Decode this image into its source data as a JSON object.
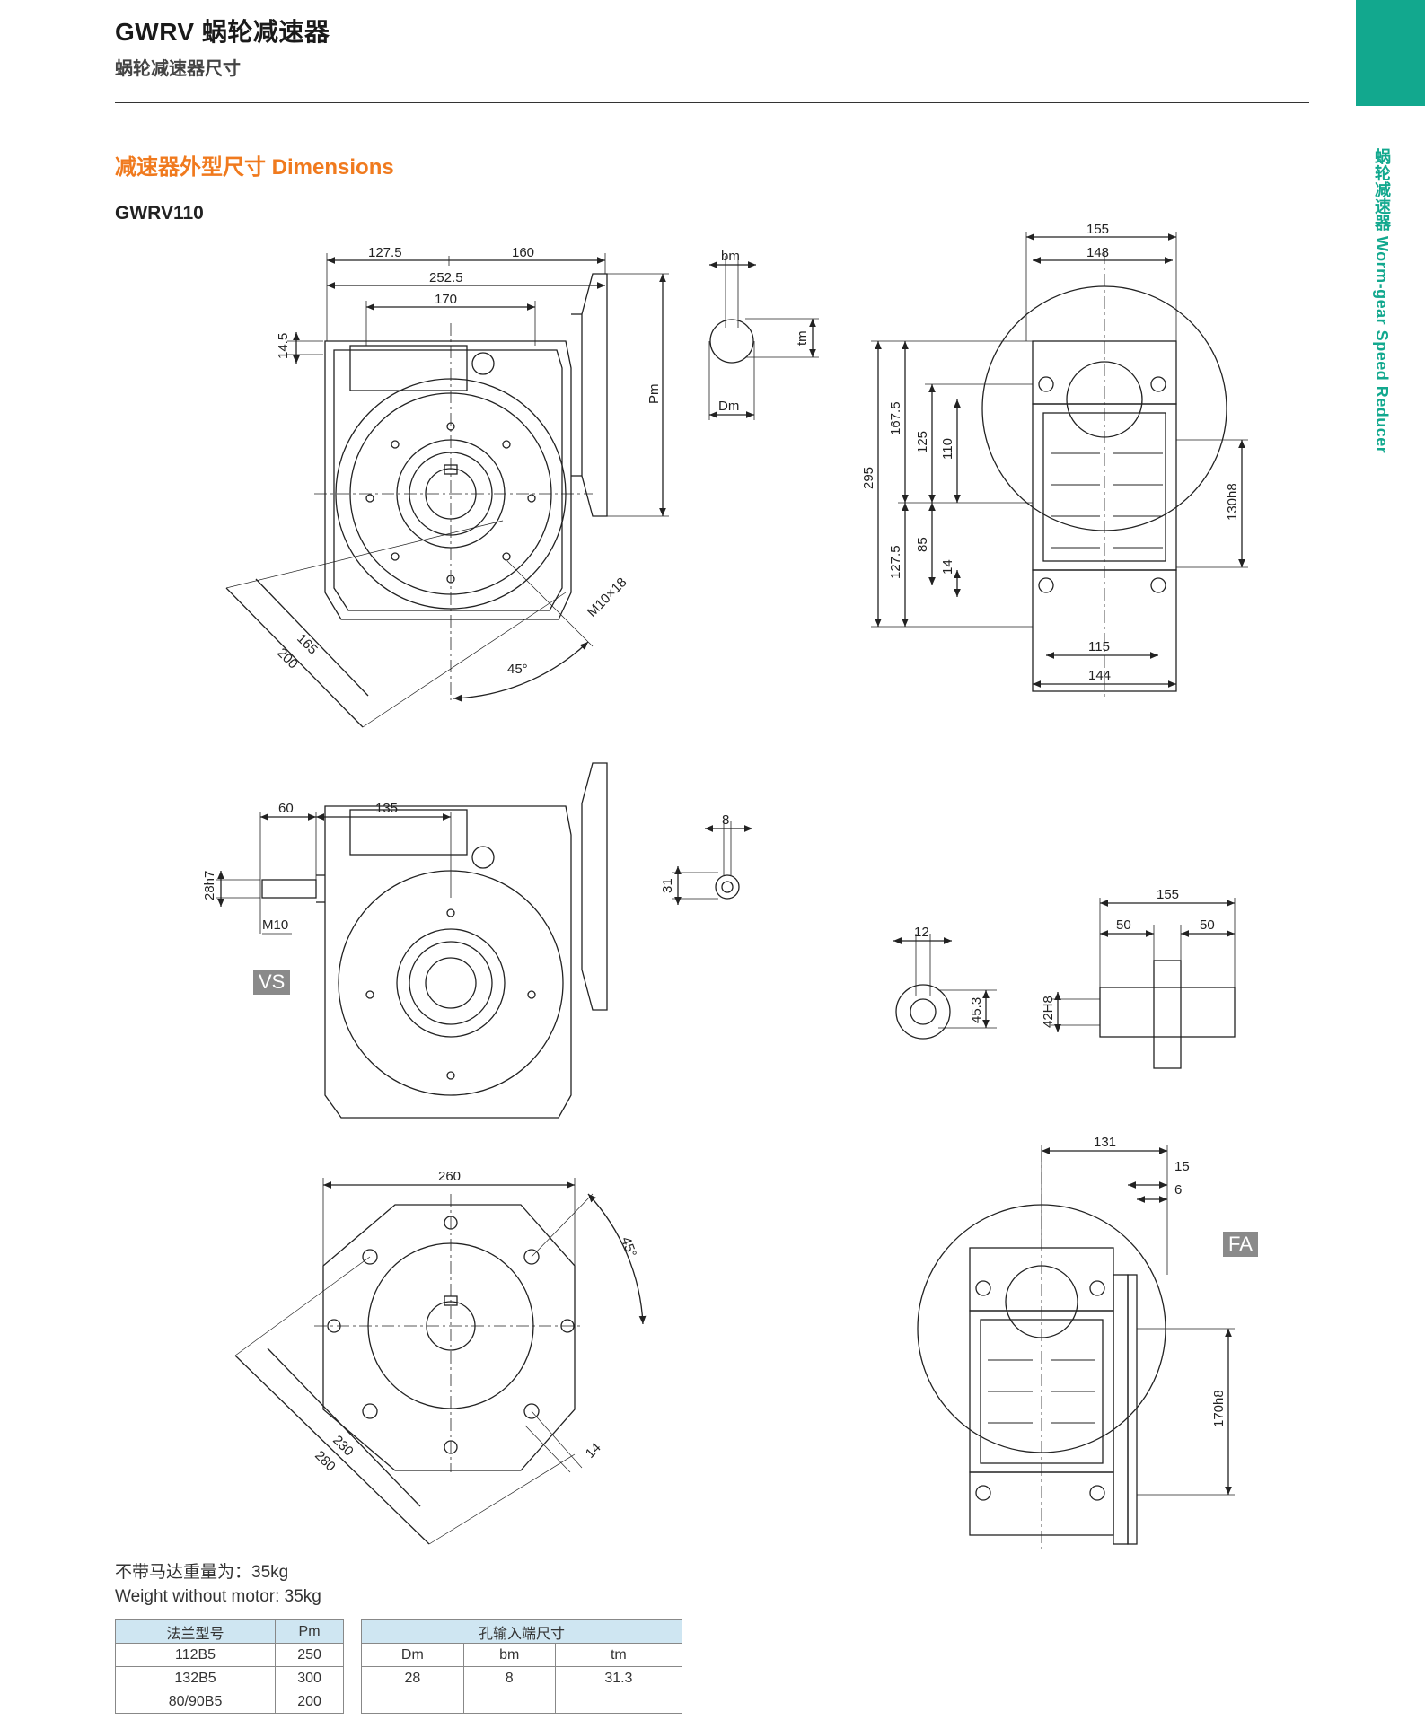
{
  "header": {
    "title": "GWRV 蜗轮减速器",
    "subtitle": "蜗轮减速器尺寸",
    "side_label": "蜗轮减速器 Worm-gear Speed Reducer"
  },
  "section": {
    "title": "减速器外型尺寸 Dimensions",
    "model": "GWRV110"
  },
  "colors": {
    "accent": "#12a88e",
    "section_title": "#f07a1e",
    "table_header": "#cfe6f2"
  },
  "dims": {
    "d127_5": "127.5",
    "d160": "160",
    "d252_5": "252.5",
    "d170": "170",
    "d14_5": "14.5",
    "pm": "Pm",
    "m10x18": "M10×18",
    "d45": "45°",
    "d165": "165",
    "d200": "200",
    "bm": "bm",
    "tm": "tm",
    "dm": "Dm",
    "d155": "155",
    "d148": "148",
    "d295": "295",
    "d167_5": "167.5",
    "d125": "125",
    "d110": "110",
    "d127_5b": "127.5",
    "d85": "85",
    "d14": "14",
    "d130h8": "130h8",
    "d115": "115",
    "d144": "144",
    "d60": "60",
    "d135": "135",
    "d28h7": "28h7",
    "m10": "M10",
    "d8": "8",
    "d31": "31",
    "d12": "12",
    "d45_3": "45.3",
    "d155b": "155",
    "d50a": "50",
    "d50b": "50",
    "d42h8": "42H8",
    "d260": "260",
    "d45b": "45°",
    "d230": "230",
    "d280": "280",
    "d14b": "14",
    "d131": "131",
    "d15": "15",
    "d6": "6",
    "d170h8": "170h8"
  },
  "badges": {
    "vs": "VS",
    "fa": "FA"
  },
  "weight": {
    "zh": "不带马达重量为：35kg",
    "en": "Weight without motor: 35kg"
  },
  "flange_table": {
    "headers": [
      "法兰型号",
      "Pm"
    ],
    "rows": [
      [
        "112B5",
        "250"
      ],
      [
        "132B5",
        "300"
      ],
      [
        "80/90B5",
        "200"
      ]
    ]
  },
  "bore_table": {
    "title": "孔输入端尺寸",
    "headers": [
      "Dm",
      "bm",
      "tm"
    ],
    "rows": [
      [
        "28",
        "8",
        "31.3"
      ],
      [
        "",
        "",
        ""
      ]
    ]
  }
}
